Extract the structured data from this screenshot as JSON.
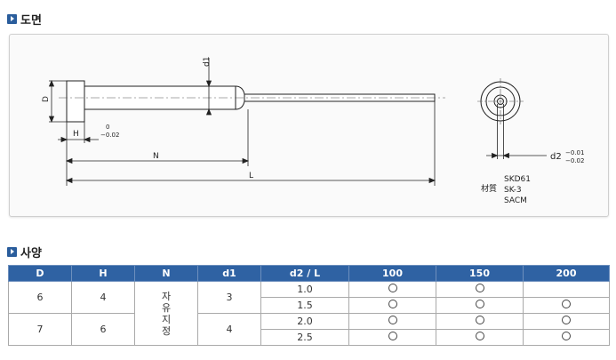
{
  "drawing_section": {
    "title": "도면"
  },
  "spec_section": {
    "title": "사양"
  },
  "drawing": {
    "labels": {
      "D": "D",
      "d1": "d1",
      "H": "H",
      "N": "N",
      "L": "L",
      "tol_upper": "0",
      "tol_lower": "−0.02",
      "d2": "d2",
      "d2_tol_upper": "−0.01",
      "d2_tol_lower": "−0.02"
    },
    "materials": {
      "label": "材質",
      "items": [
        "SKD61",
        "SK-3",
        "SACM"
      ]
    }
  },
  "table": {
    "headers": [
      "D",
      "H",
      "N",
      "d1",
      "d2 / L",
      "100",
      "150",
      "200"
    ],
    "groups": [
      {
        "D": "6",
        "H": "4",
        "d1": "3"
      },
      {
        "D": "7",
        "H": "6",
        "d1": "4"
      }
    ],
    "N_text": [
      "자",
      "유",
      "지",
      "정"
    ],
    "rows": [
      {
        "d2": "1.0",
        "avail": [
          true,
          true,
          false
        ]
      },
      {
        "d2": "1.5",
        "avail": [
          true,
          true,
          true
        ]
      },
      {
        "d2": "2.0",
        "avail": [
          true,
          true,
          true
        ]
      },
      {
        "d2": "2.5",
        "avail": [
          true,
          true,
          true
        ]
      }
    ],
    "mark": "○"
  }
}
